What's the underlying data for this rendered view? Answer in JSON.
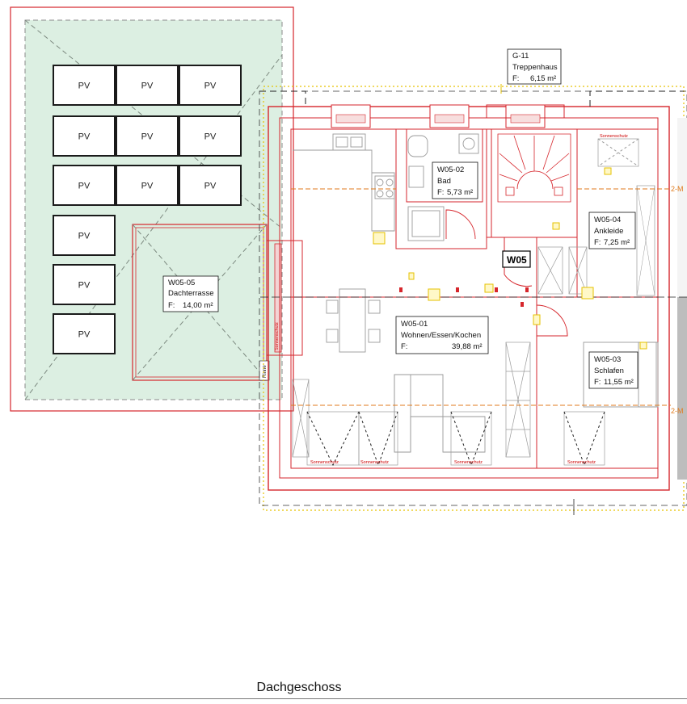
{
  "pv_label": "PV",
  "pv_panels": [
    {
      "row": 0,
      "col": 0
    },
    {
      "row": 0,
      "col": 1
    },
    {
      "row": 0,
      "col": 2
    },
    {
      "row": 1,
      "col": 0
    },
    {
      "row": 1,
      "col": 1
    },
    {
      "row": 1,
      "col": 2
    },
    {
      "row": 2,
      "col": 0
    },
    {
      "row": 2,
      "col": 1
    },
    {
      "row": 2,
      "col": 2
    },
    {
      "row": 3,
      "col": 0
    },
    {
      "row": 4,
      "col": 0
    },
    {
      "row": 5,
      "col": 0
    }
  ],
  "rooms": {
    "stair": {
      "id": "G-11",
      "name": "Treppenhaus",
      "area_label": "F:",
      "area_value": "6,15 m²"
    },
    "terrace": {
      "id": "W05-05",
      "name": "Dachterrasse",
      "area_label": "F:",
      "area_value": "14,00 m²"
    },
    "bath": {
      "id": "W05-02",
      "name": "Bad",
      "area_label": "F:",
      "area_value": "5,73 m²"
    },
    "dressing": {
      "id": "W05-04",
      "name": "Ankleide",
      "area_label": "F:",
      "area_value": "7,25 m²"
    },
    "living": {
      "id": "W05-01",
      "name": "Wohnen/Essen/Kochen",
      "area_label": "F:",
      "area_value": "39,88 m²"
    },
    "bedroom": {
      "id": "W05-03",
      "name": "Schlafen",
      "area_label": "F:",
      "area_value": "11,55 m²"
    }
  },
  "unit_tag": "W05",
  "sun_protection_label": "Sonnenschutz",
  "gutter_label": "Rinne",
  "dimension_label": "2-M",
  "floor_title": "Dachgeschoss",
  "colors": {
    "wall_red": "#d6262c",
    "roof_green": "#dcefe2",
    "dim_yellow": "#e6c200",
    "guide_orange": "#e07a1c",
    "gray_line": "#888888"
  }
}
